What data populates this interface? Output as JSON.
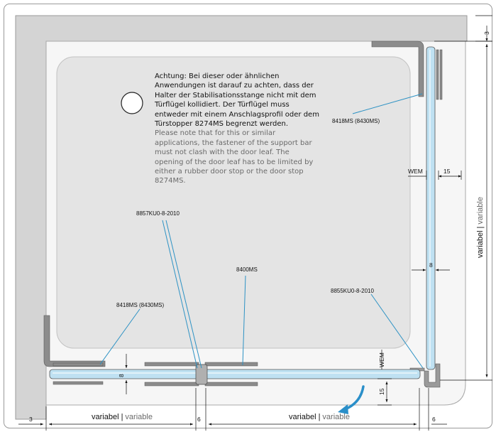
{
  "note": {
    "de": "Achtung: Bei dieser oder ähnlichen Anwendungen ist darauf zu achten, dass der Halter der Stabilisationsstange nicht mit dem Türflügel kollidiert. Der Türflügel muss entweder mit einem Anschlagsprofil oder dem Türstopper 8274MS begrenzt werden.",
    "en": "Please note that for this or similar applications, the fastener of the support bar must not clash with the door leaf. The opening of the door leaf has to be limited by either a rubber door stop or the door stop 8274MS."
  },
  "labels": {
    "bracket_top_right": "8418MS (8430MS)",
    "bracket_bottom_left": "8418MS (8430MS)",
    "connector_top": "8857KU0-8-2010",
    "connector_right": "8855KU0-8-2010",
    "hinge": "8400MS"
  },
  "dims": {
    "wem_right": "WEM",
    "wem_bottom": "WEM",
    "d15_right": "15",
    "d15_bottom": "15",
    "d8_right": "8",
    "d8_bottom": "8",
    "d3_top": "3",
    "d3_left": "3",
    "d6_left": "6",
    "d6_right": "6",
    "variabel_de": "variabel",
    "variabel_sep": "|",
    "variabel_en": "variable"
  },
  "colors": {
    "wall": "#d4d4d4",
    "glass": "#bfe1f2",
    "leader": "#2d92c4",
    "arrow": "#2a8fc9"
  }
}
